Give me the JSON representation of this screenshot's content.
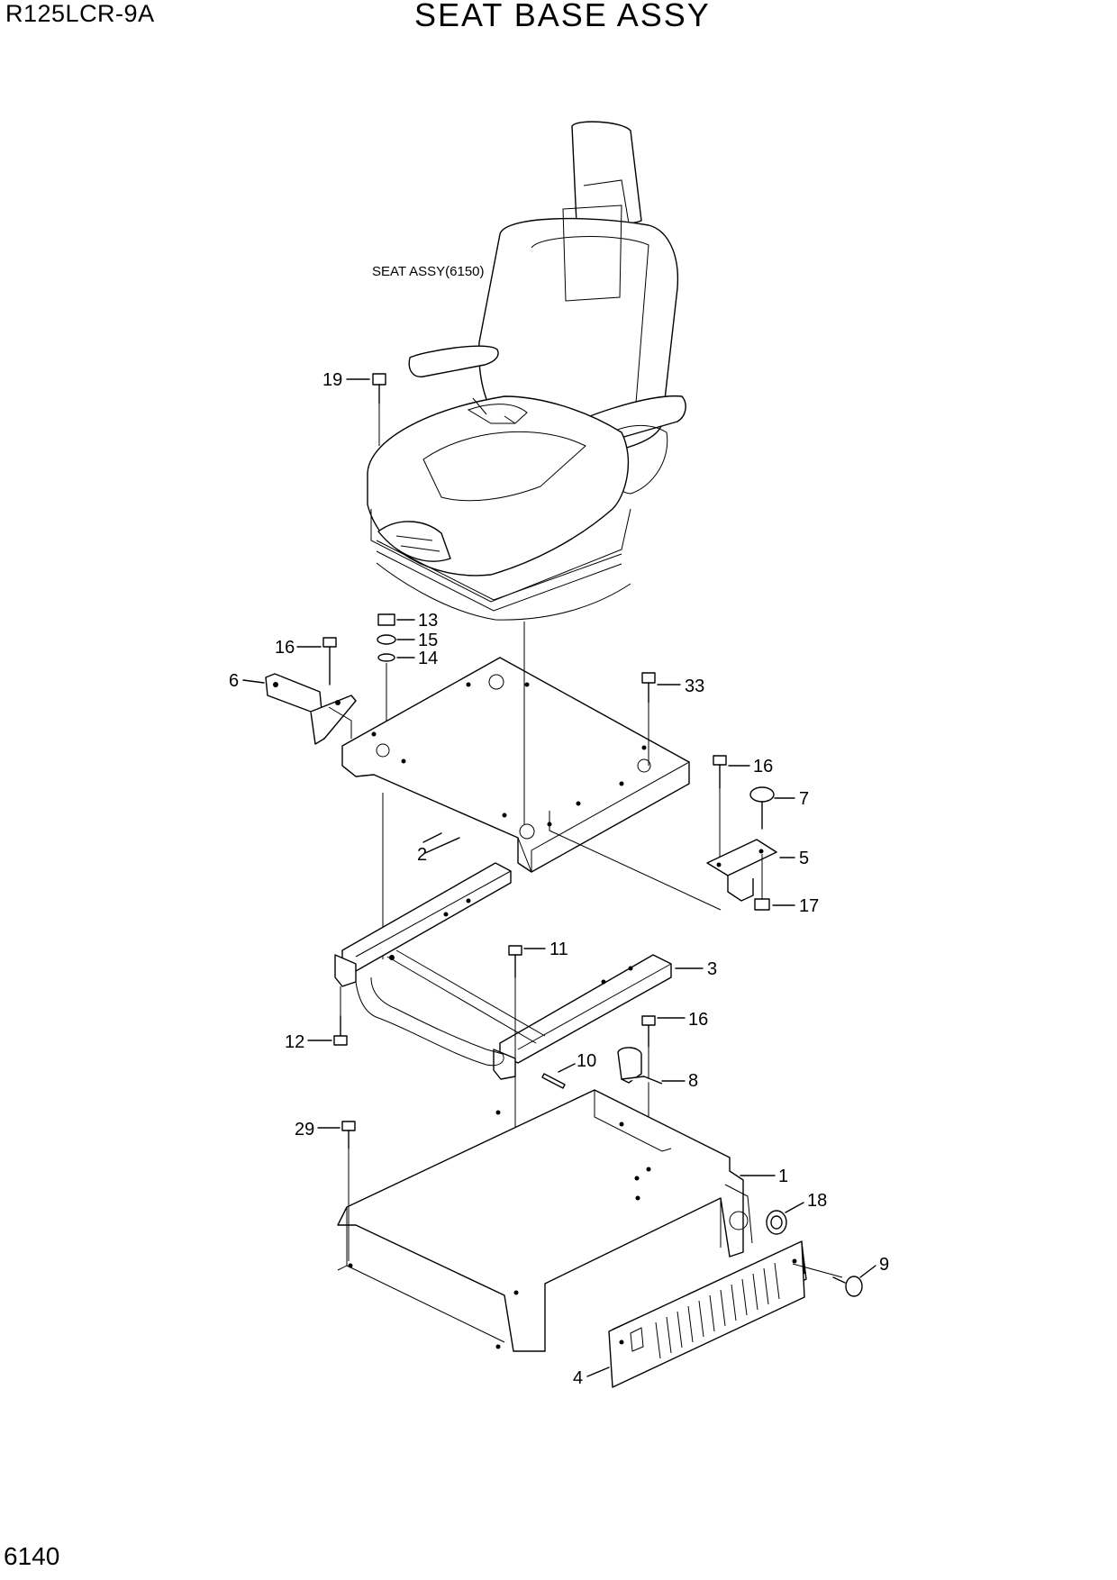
{
  "header": {
    "model": "R125LCR-9A",
    "title": "SEAT BASE ASSY"
  },
  "footer": {
    "page_number": "6140"
  },
  "note": {
    "seat_assy": "SEAT ASSY(6150)"
  },
  "callouts": [
    {
      "id": "c19",
      "label": "19"
    },
    {
      "id": "c13",
      "label": "13"
    },
    {
      "id": "c15",
      "label": "15"
    },
    {
      "id": "c14",
      "label": "14"
    },
    {
      "id": "c16a",
      "label": "16"
    },
    {
      "id": "c6",
      "label": "6"
    },
    {
      "id": "c33",
      "label": "33"
    },
    {
      "id": "c16b",
      "label": "16"
    },
    {
      "id": "c7",
      "label": "7"
    },
    {
      "id": "c2",
      "label": "2"
    },
    {
      "id": "c5",
      "label": "5"
    },
    {
      "id": "c17",
      "label": "17"
    },
    {
      "id": "c11",
      "label": "11"
    },
    {
      "id": "c3",
      "label": "3"
    },
    {
      "id": "c12",
      "label": "12"
    },
    {
      "id": "c16c",
      "label": "16"
    },
    {
      "id": "c10",
      "label": "10"
    },
    {
      "id": "c8",
      "label": "8"
    },
    {
      "id": "c29",
      "label": "29"
    },
    {
      "id": "c1",
      "label": "1"
    },
    {
      "id": "c18",
      "label": "18"
    },
    {
      "id": "c9",
      "label": "9"
    },
    {
      "id": "c4",
      "label": "4"
    }
  ]
}
